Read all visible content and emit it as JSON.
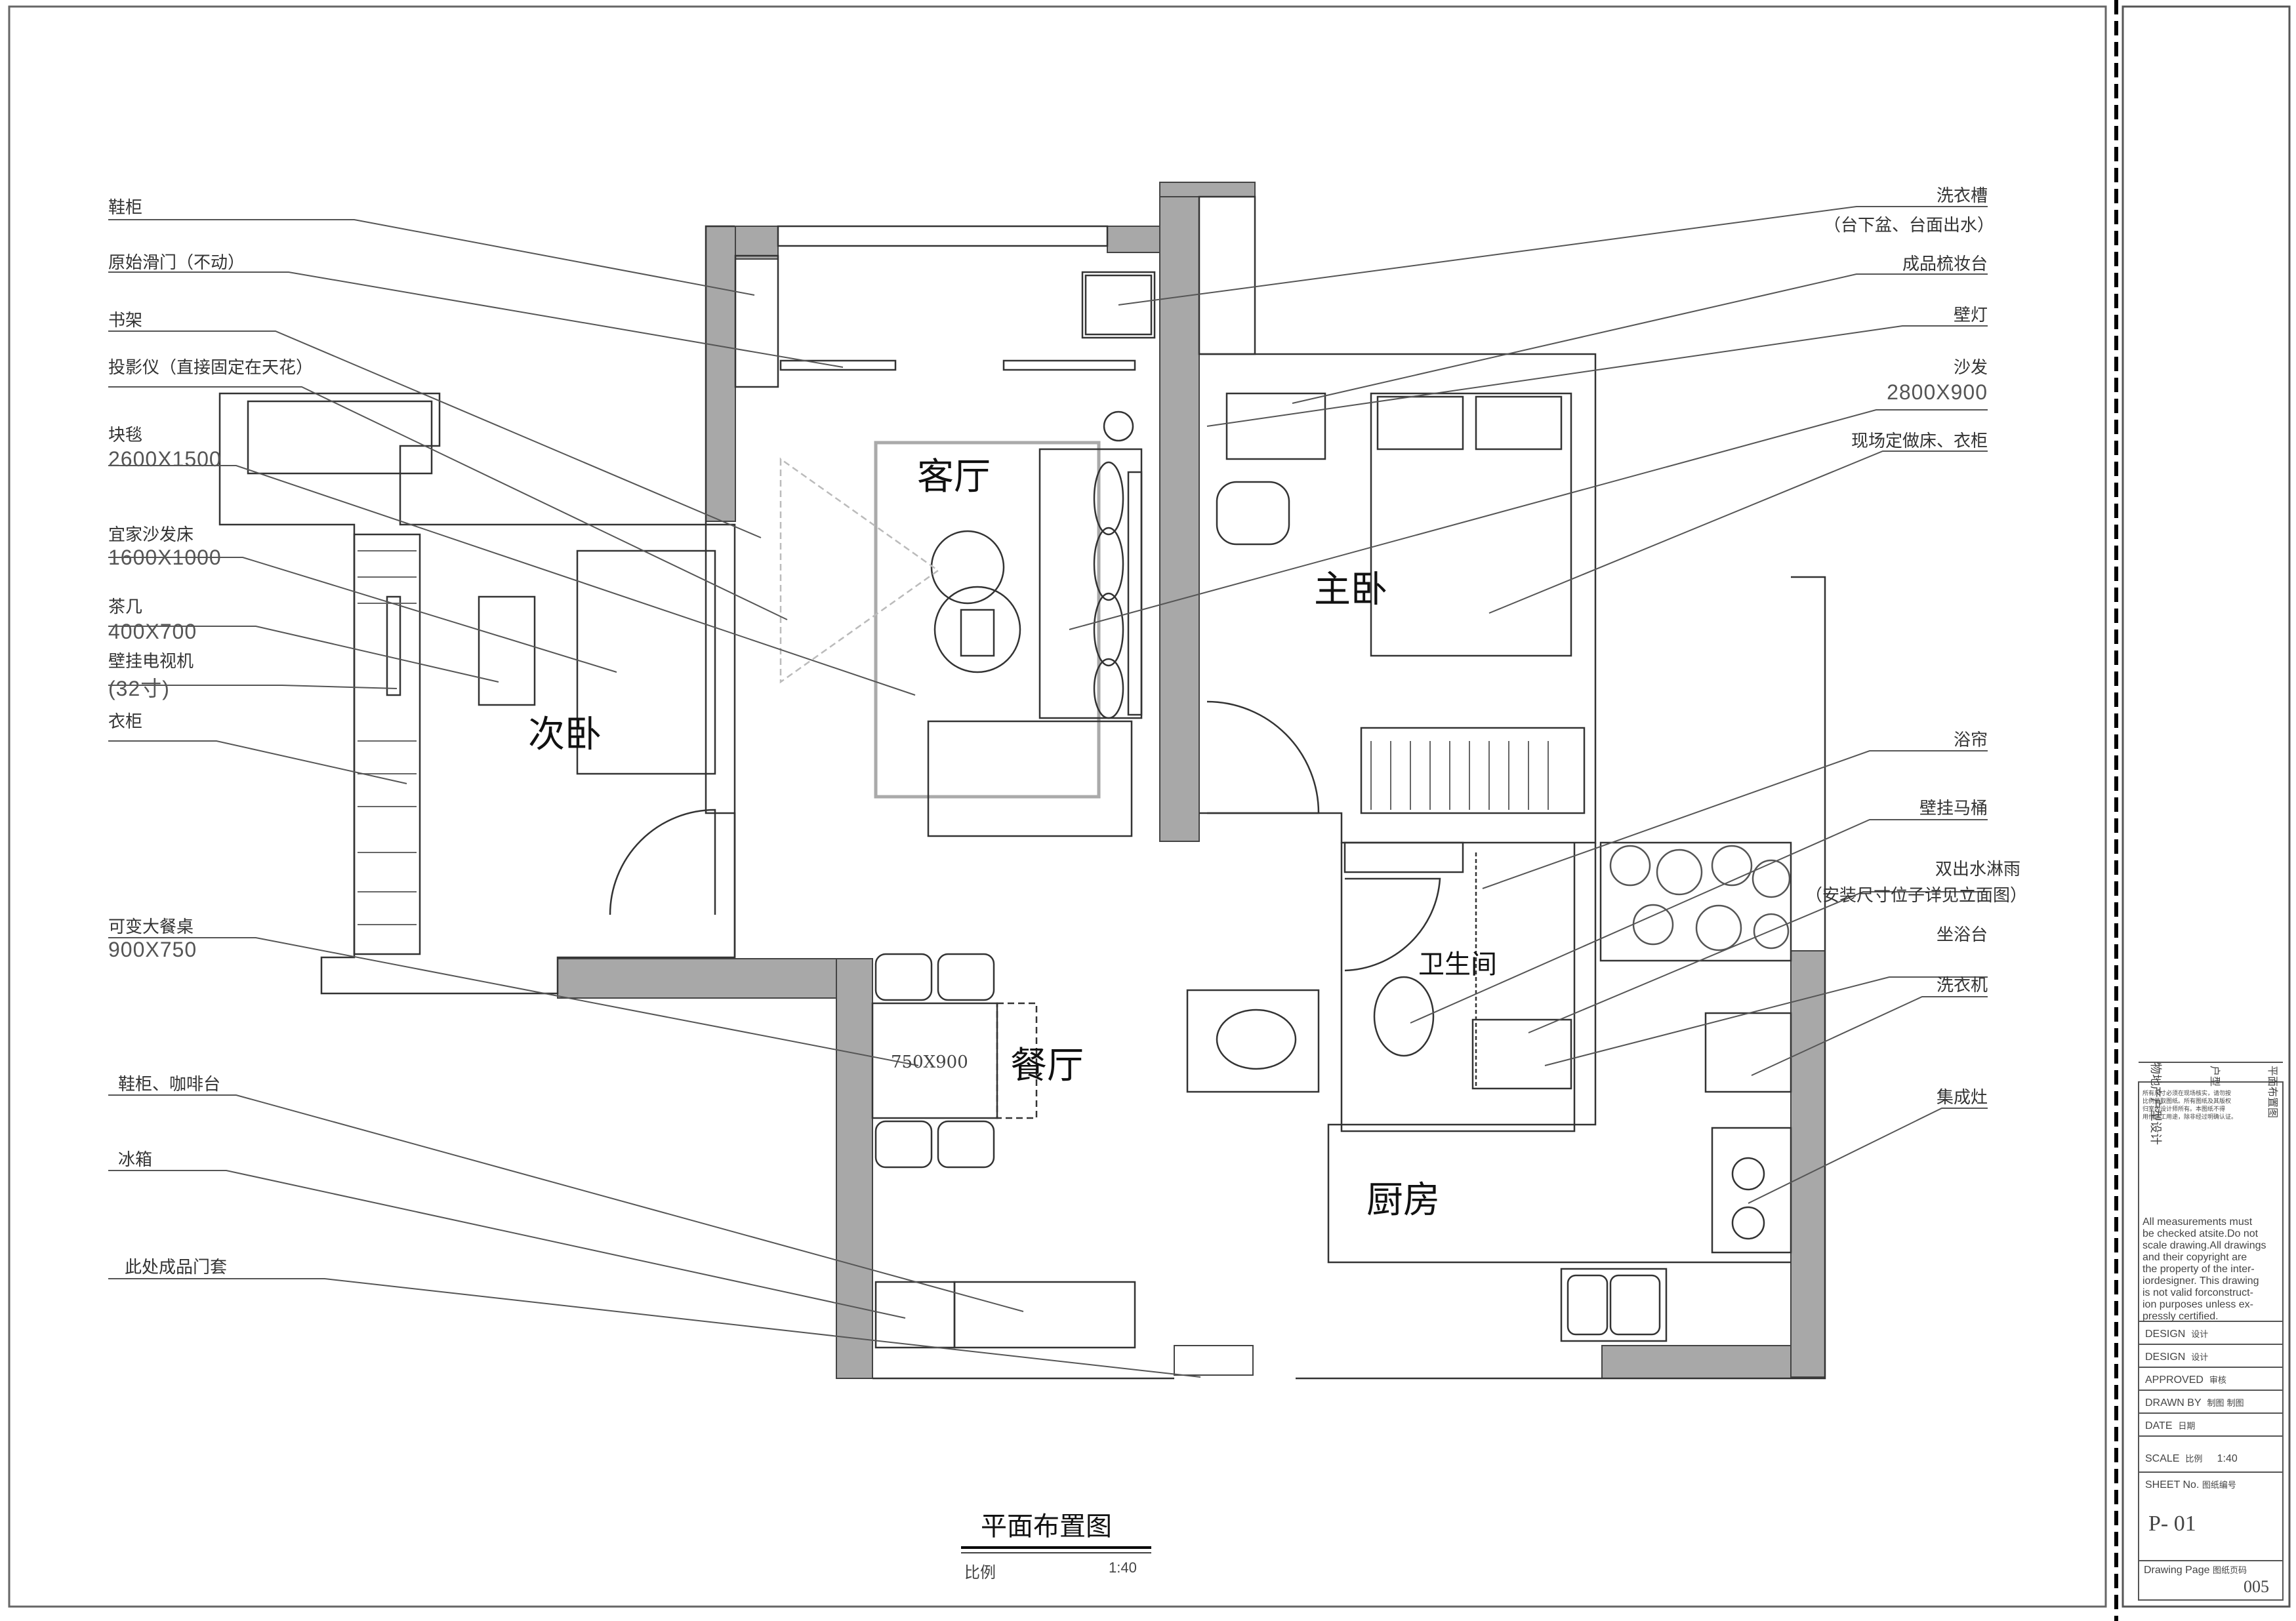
{
  "plan": {
    "title": "平面布置图",
    "scale_label": "比例",
    "scale_value": "1:40",
    "rooms": {
      "living": "客厅",
      "master": "主卧",
      "second": "次卧",
      "dining": "餐厅",
      "bath": "卫生间",
      "kitchen": "厨房"
    },
    "dining_table_size": "750X900",
    "left_labels": [
      {
        "text": "鞋柜",
        "dim": ""
      },
      {
        "text": "原始滑门（不动）",
        "dim": ""
      },
      {
        "text": "书架",
        "dim": ""
      },
      {
        "text": "投影仪（直接固定在天花）",
        "dim": ""
      },
      {
        "text": "块毯",
        "dim": "2600X1500"
      },
      {
        "text": "宜家沙发床",
        "dim": "1600X1000"
      },
      {
        "text": "茶几",
        "dim": "400X700"
      },
      {
        "text": "壁挂电视机",
        "dim": "(32寸)"
      },
      {
        "text": "衣柜",
        "dim": ""
      },
      {
        "text": "可变大餐桌",
        "dim": "900X750"
      },
      {
        "text": "鞋柜、咖啡台",
        "dim": ""
      },
      {
        "text": "冰箱",
        "dim": ""
      },
      {
        "text": "此处成品门套",
        "dim": ""
      }
    ],
    "right_labels": [
      {
        "text": "洗衣槽",
        "sub": "（台下盆、台面出水）"
      },
      {
        "text": "成品梳妆台",
        "sub": ""
      },
      {
        "text": "壁灯",
        "sub": ""
      },
      {
        "text": "沙发",
        "sub": "2800X900"
      },
      {
        "text": "现场定做床、衣柜",
        "sub": ""
      },
      {
        "text": "浴帘",
        "sub": ""
      },
      {
        "text": "壁挂马桶",
        "sub": ""
      },
      {
        "text": "双出水淋雨",
        "sub": "（安装尺寸位子详见立面图）"
      },
      {
        "text": "坐浴台",
        "sub": ""
      },
      {
        "text": "洗衣机",
        "sub": ""
      },
      {
        "text": "集成灶",
        "sub": ""
      }
    ]
  },
  "title_block": {
    "vertical_project": "物地产户型设计",
    "vertical_type": "户型",
    "vertical_sheet": "平面布置图",
    "notes_cn": [
      "所有尺寸必须在现场核实，请勿按",
      "比例量取图纸。所有图纸及其版权",
      "归室内设计师所有。本图纸不得",
      "用作施工用途，除非经过明确认证。"
    ],
    "notes_en": [
      "All measurements must",
      "be checked atsite.Do not",
      "scale drawing.All drawings",
      "and their copyright are",
      "the property of the inter-",
      "iordesigner. This drawing",
      "is not valid forconstruct-",
      "ion purposes unless ex-",
      "pressly certified."
    ],
    "rows": [
      {
        "label": "DESIGN",
        "value": "设计"
      },
      {
        "label": "DESIGN",
        "value": "设计"
      },
      {
        "label": "APPROVED",
        "value": "审核"
      },
      {
        "label": "DRAWN BY",
        "value": "制图  制图"
      },
      {
        "label": "DATE",
        "value": "日期"
      },
      {
        "label": "SCALE",
        "value": "比例",
        "extra": "1:40"
      }
    ],
    "sheet_no_label": "SHEET No.",
    "sheet_no_value": "图纸编号",
    "sheet_no": "P- 01",
    "drawing_page_label": "Drawing Page",
    "drawing_page_value": "图纸页码",
    "page_no": "005"
  }
}
